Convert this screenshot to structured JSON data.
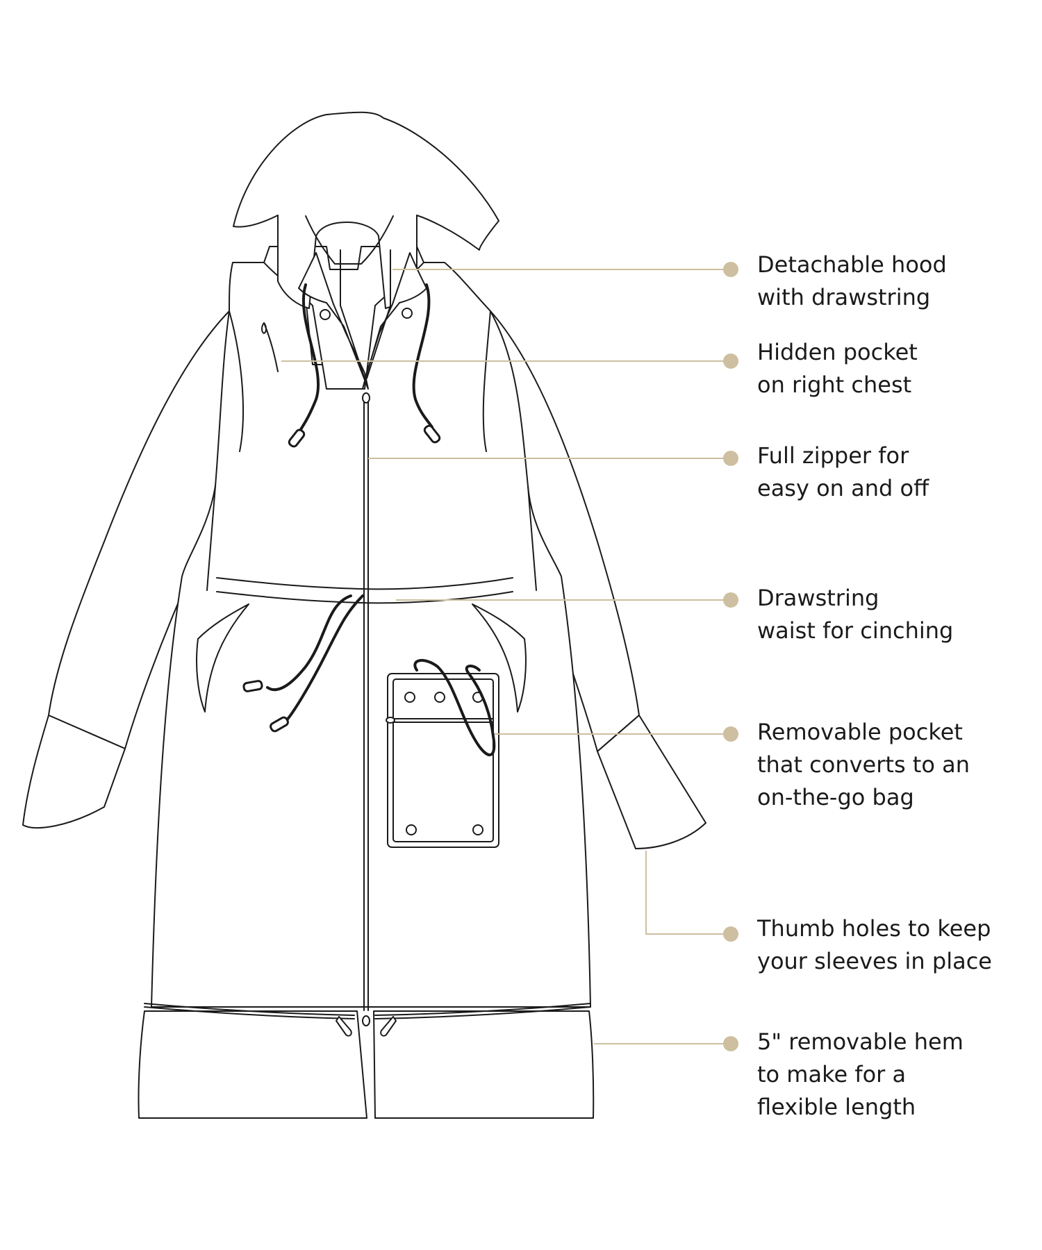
{
  "accent_color": "#cdbf9f",
  "line_color": "#1a1a1a",
  "callouts": [
    {
      "lines": [
        "Detachable hood",
        "with drawstring"
      ]
    },
    {
      "lines": [
        "Hidden pocket",
        "on right chest"
      ]
    },
    {
      "lines": [
        "Full zipper for",
        "easy on and off"
      ]
    },
    {
      "lines": [
        "Drawstring",
        "waist for cinching"
      ]
    },
    {
      "lines": [
        "Removable pocket",
        "that converts to an",
        "on-the-go bag"
      ]
    },
    {
      "lines": [
        "Thumb holes to keep",
        "your sleeves in place"
      ]
    },
    {
      "lines": [
        "5\" removable hem",
        "to make for a",
        "flexible length"
      ]
    }
  ]
}
